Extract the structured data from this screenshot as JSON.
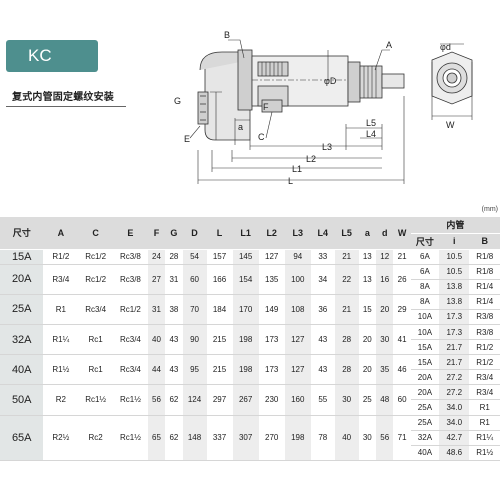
{
  "badge": "KC",
  "subtitle": "复式内管固定螺纹安装",
  "drawing": {
    "labels": {
      "A": "A",
      "B": "B",
      "C": "C",
      "E": "E",
      "F": "F",
      "G": "G",
      "a": "a",
      "phiD": "φD",
      "phid": "φd",
      "L": "L",
      "L1": "L1",
      "L2": "L2",
      "L3": "L3",
      "L4": "L4",
      "L5": "L5",
      "W": "W"
    }
  },
  "unit": "(mm)",
  "table": {
    "headers": [
      "尺寸",
      "A",
      "C",
      "E",
      "F",
      "G",
      "D",
      "L",
      "L1",
      "L2",
      "L3",
      "L4",
      "L5",
      "a",
      "d",
      "W"
    ],
    "inner_pipe": {
      "title": "内管",
      "cols": [
        "尺寸",
        "i",
        "B"
      ]
    },
    "rows": [
      {
        "size": "15A",
        "A": "R1/2",
        "C": "Rc1/2",
        "E": "Rc3/8",
        "F": "24",
        "G": "28",
        "D": "54",
        "L": "157",
        "L1": "145",
        "L2": "127",
        "L3": "94",
        "L4": "33",
        "L5": "21",
        "a": "13",
        "d": "12",
        "W": "21",
        "pipes": [
          {
            "size": "6A",
            "i": "10.5",
            "B": "R1/8"
          }
        ]
      },
      {
        "size": "20A",
        "A": "R3/4",
        "C": "Rc1/2",
        "E": "Rc3/8",
        "F": "27",
        "G": "31",
        "D": "60",
        "L": "166",
        "L1": "154",
        "L2": "135",
        "L3": "100",
        "L4": "34",
        "L5": "22",
        "a": "13",
        "d": "16",
        "W": "26",
        "pipes": [
          {
            "size": "6A",
            "i": "10.5",
            "B": "R1/8"
          },
          {
            "size": "8A",
            "i": "13.8",
            "B": "R1/4"
          }
        ]
      },
      {
        "size": "25A",
        "A": "R1",
        "C": "Rc3/4",
        "E": "Rc1/2",
        "F": "31",
        "G": "38",
        "D": "70",
        "L": "184",
        "L1": "170",
        "L2": "149",
        "L3": "108",
        "L4": "36",
        "L5": "21",
        "a": "15",
        "d": "20",
        "W": "29",
        "pipes": [
          {
            "size": "8A",
            "i": "13.8",
            "B": "R1/4"
          },
          {
            "size": "10A",
            "i": "17.3",
            "B": "R3/8"
          }
        ]
      },
      {
        "size": "32A",
        "A": "R1¼",
        "C": "Rc1",
        "E": "Rc3/4",
        "F": "40",
        "G": "43",
        "D": "90",
        "L": "215",
        "L1": "198",
        "L2": "173",
        "L3": "127",
        "L4": "43",
        "L5": "28",
        "a": "20",
        "d": "30",
        "W": "41",
        "pipes": [
          {
            "size": "10A",
            "i": "17.3",
            "B": "R3/8"
          },
          {
            "size": "15A",
            "i": "21.7",
            "B": "R1/2"
          }
        ]
      },
      {
        "size": "40A",
        "A": "R1½",
        "C": "Rc1",
        "E": "Rc3/4",
        "F": "44",
        "G": "43",
        "D": "95",
        "L": "215",
        "L1": "198",
        "L2": "173",
        "L3": "127",
        "L4": "43",
        "L5": "28",
        "a": "20",
        "d": "35",
        "W": "46",
        "pipes": [
          {
            "size": "15A",
            "i": "21.7",
            "B": "R1/2"
          },
          {
            "size": "20A",
            "i": "27.2",
            "B": "R3/4"
          }
        ]
      },
      {
        "size": "50A",
        "A": "R2",
        "C": "Rc1½",
        "E": "Rc1½",
        "F": "56",
        "G": "62",
        "D": "124",
        "L": "297",
        "L1": "267",
        "L2": "230",
        "L3": "160",
        "L4": "55",
        "L5": "30",
        "a": "25",
        "d": "48",
        "W": "60",
        "pipes": [
          {
            "size": "20A",
            "i": "27.2",
            "B": "R3/4"
          },
          {
            "size": "25A",
            "i": "34.0",
            "B": "R1"
          }
        ]
      },
      {
        "size": "65A",
        "A": "R2½",
        "C": "Rc2",
        "E": "Rc1½",
        "F": "65",
        "G": "62",
        "D": "148",
        "L": "337",
        "L1": "307",
        "L2": "270",
        "L3": "198",
        "L4": "78",
        "L5": "40",
        "a": "30",
        "d": "56",
        "W": "71",
        "pipes": [
          {
            "size": "25A",
            "i": "34.0",
            "B": "R1"
          },
          {
            "size": "32A",
            "i": "42.7",
            "B": "R1¼"
          },
          {
            "size": "40A",
            "i": "48.6",
            "B": "R1½"
          }
        ]
      }
    ]
  }
}
